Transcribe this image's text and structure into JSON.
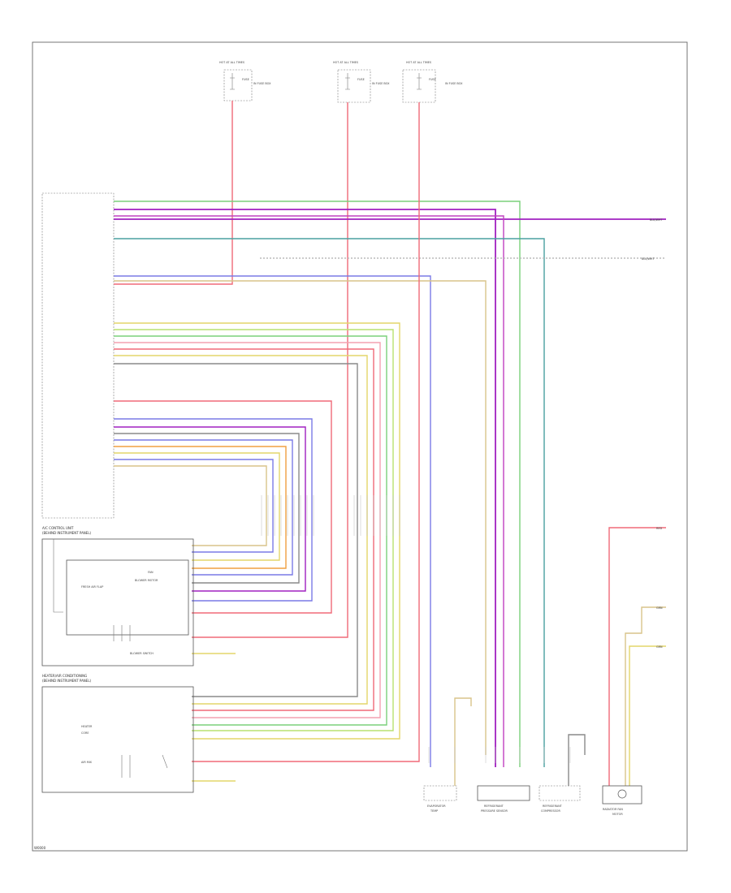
{
  "fuses": [
    {
      "id": "f1",
      "head": "HOT AT ALL TIMES",
      "name": "FUSE",
      "location": "IN FUSE BOX"
    },
    {
      "id": "f2",
      "head": "HOT AT ALL TIMES",
      "name": "FUSE",
      "location": "IN FUSE BOX"
    },
    {
      "id": "f3",
      "head": "HOT AT ALL TIMES",
      "name": "FUSE",
      "location": "IN FUSE BOX"
    }
  ],
  "wire_colors": {
    "red": "#f06a78",
    "purple": "#a020c0",
    "magenta": "#c040c0",
    "green": "#7ad17a",
    "blue": "#7a7ae6",
    "tan": "#d9c48a",
    "yellow": "#e4d56a",
    "gray": "#8a8a8a",
    "orange": "#f0a040",
    "lime": "#b8e070",
    "pink": "#f4a0b0",
    "teal": "#4aa0a0"
  },
  "controller_block": {
    "title": "A/C CONTROL UNIT",
    "subtitle": "(BEHIND INSTRUMENT PANEL)"
  },
  "relay_block": {
    "label1": "FAN",
    "label2": "BLOWER MOTOR",
    "label3": "FRESH AIR FLAP",
    "label4": "BLOWER SWITCH"
  },
  "heater_block": {
    "title": "HEATER/AIR CONDITIONING",
    "subtitle": "(BEHIND INSTRUMENT PANEL)",
    "label1": "HEATER",
    "label2": "CORE",
    "label3": "AIR MIX"
  },
  "bottom_components": [
    {
      "id": "c1",
      "line1": "EVAPORATOR",
      "line2": "TEMP"
    },
    {
      "id": "c2",
      "line1": "REFRIGERANT",
      "line2": "PRESSURE SENSOR"
    },
    {
      "id": "c3",
      "line1": "REFRIGERANT",
      "line2": "COMPRESSOR"
    },
    {
      "id": "c4",
      "line1": "RADIATOR FAN",
      "line2": "MOTOR"
    }
  ],
  "right_labels": {
    "r1": "BLK/WHT",
    "r2": "BLK/WHT",
    "r3": "RED",
    "r4": "GRN",
    "r5": "GRN"
  },
  "footer": {
    "code": "W0000"
  }
}
